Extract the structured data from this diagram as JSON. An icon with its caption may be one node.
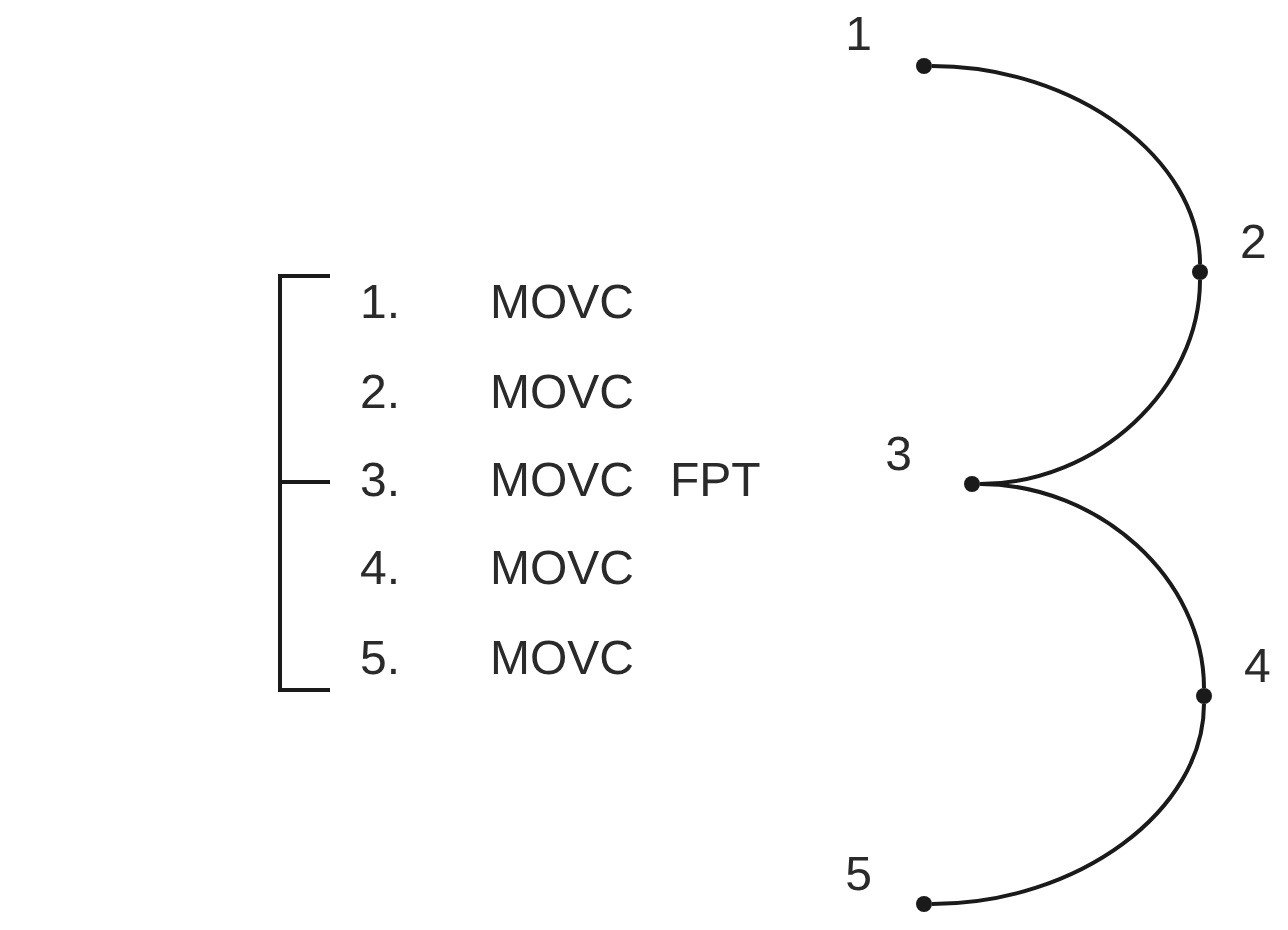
{
  "diagram": {
    "nodes": [
      {
        "text": [],
        "shape": "circle",
        "beside": [
          "1"
        ]
      },
      {
        "text": [],
        "shape": "circle",
        "beside": [
          "2"
        ]
      },
      {
        "text": [],
        "shape": "circle",
        "beside": [
          "3"
        ]
      },
      {
        "text": [],
        "shape": "circle",
        "beside": [
          "4"
        ]
      },
      {
        "text": [],
        "shape": "circle",
        "beside": [
          "5"
        ]
      }
    ],
    "edges": [
      {
        "from": 0,
        "to": 1,
        "arrow": "none"
      },
      {
        "from": 1,
        "to": 2,
        "arrow": "none"
      },
      {
        "from": 2,
        "to": 3,
        "arrow": "none"
      },
      {
        "from": 3,
        "to": 4,
        "arrow": "none"
      }
    ],
    "labels": [
      "1.",
      "MOVC",
      "2.",
      "MOVC",
      "3.",
      "MOVC",
      "FPT",
      "4.",
      "MOVC",
      "5.",
      "MOVC"
    ]
  }
}
